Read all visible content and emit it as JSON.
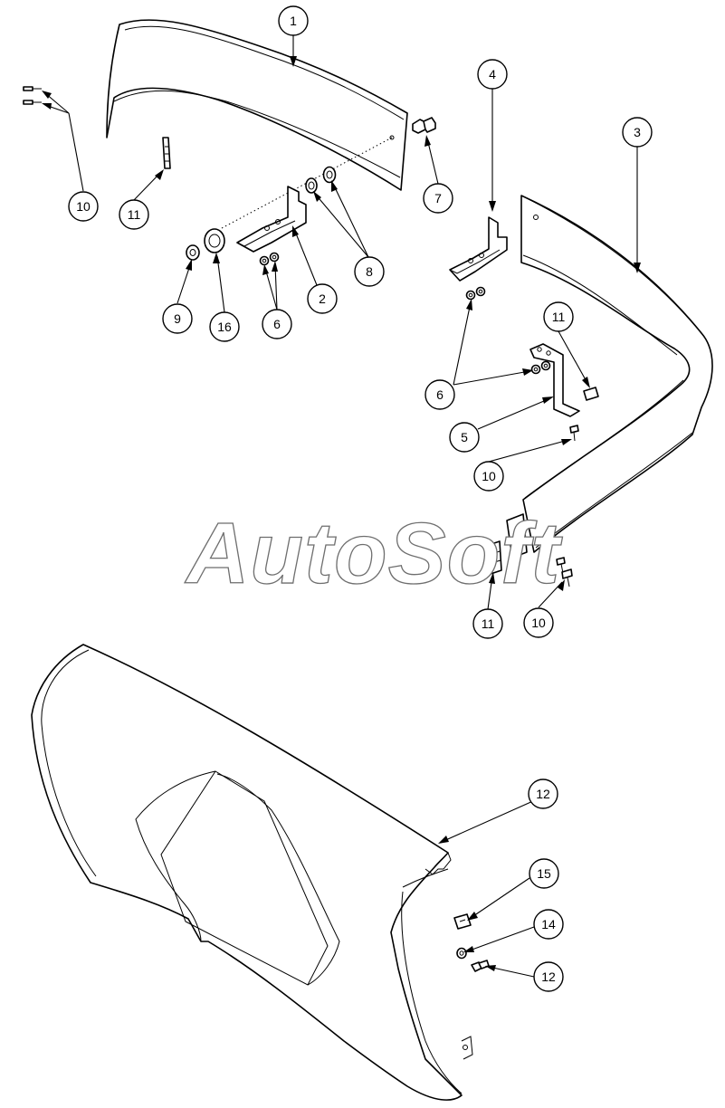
{
  "watermark": {
    "text": "AutoSoft"
  },
  "callouts": [
    {
      "id": "c1",
      "label": "1"
    },
    {
      "id": "c2",
      "label": "2"
    },
    {
      "id": "c3",
      "label": "3"
    },
    {
      "id": "c4",
      "label": "4"
    },
    {
      "id": "c5",
      "label": "5"
    },
    {
      "id": "c6a",
      "label": "6"
    },
    {
      "id": "c6b",
      "label": "6"
    },
    {
      "id": "c7",
      "label": "7"
    },
    {
      "id": "c8",
      "label": "8"
    },
    {
      "id": "c9",
      "label": "9"
    },
    {
      "id": "c10a",
      "label": "10"
    },
    {
      "id": "c10b",
      "label": "10"
    },
    {
      "id": "c10c",
      "label": "10"
    },
    {
      "id": "c11a",
      "label": "11"
    },
    {
      "id": "c11b",
      "label": "11"
    },
    {
      "id": "c11c",
      "label": "11"
    },
    {
      "id": "c12a",
      "label": "12"
    },
    {
      "id": "c12b",
      "label": "12"
    },
    {
      "id": "c14",
      "label": "14"
    },
    {
      "id": "c15",
      "label": "15"
    },
    {
      "id": "c16",
      "label": "16"
    }
  ]
}
